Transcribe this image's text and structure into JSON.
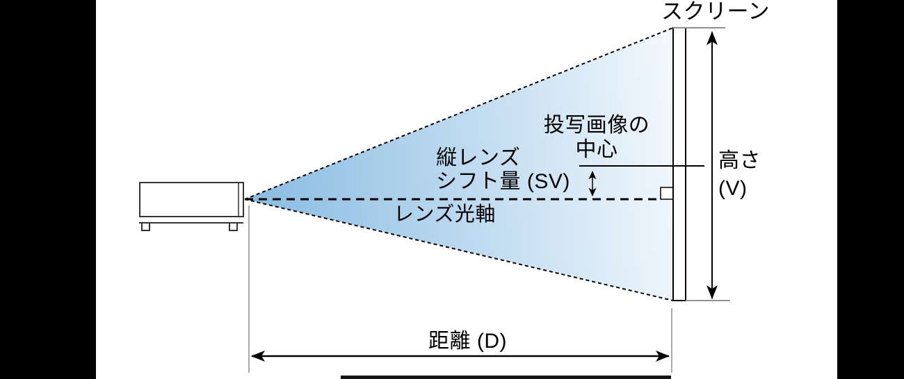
{
  "diagram": {
    "labels": {
      "screen": "スクリーン",
      "projected_center_line1": "投写画像の",
      "projected_center_line2": "中心",
      "lens_shift_line1": "縦レンズ",
      "lens_shift_line2": "シフト量 (SV)",
      "optical_axis": "レンズ光軸",
      "height_line1": "高さ",
      "height_line2": "(V)",
      "distance": "距離 (D)"
    },
    "colors": {
      "cone_gradient_start": "#87bbe1",
      "cone_gradient_end": "#f4f9fd",
      "line": "#000000",
      "guide": "#909090",
      "background": "#ffffff",
      "letterbox": "#000000"
    }
  }
}
